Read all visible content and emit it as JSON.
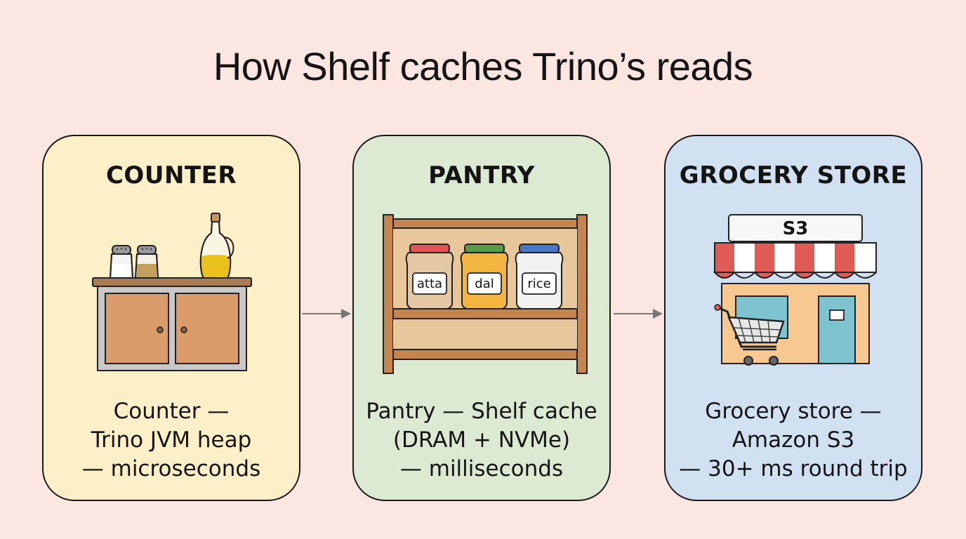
{
  "title": "How Shelf caches Trino’s reads",
  "cards": [
    {
      "heading": "COUNTER",
      "lines": [
        "Counter —",
        "Trino JVM heap",
        "— microseconds"
      ]
    },
    {
      "heading": "PANTRY",
      "jars": [
        "atta",
        "dal",
        "rice"
      ],
      "lines": [
        "Pantry — Shelf cache",
        "(DRAM + NVMe)",
        "— milliseconds"
      ]
    },
    {
      "heading": "GROCERY STORE",
      "sign": "S3",
      "lines": [
        "Grocery store —",
        "Amazon S3",
        "— 30+ ms round trip"
      ]
    }
  ],
  "colors": {
    "background": "#fbe6e2",
    "counter_card": "#fdf0c8",
    "pantry_card": "#dcead4",
    "store_card": "#d2e1f1",
    "arrow": "#777777"
  }
}
